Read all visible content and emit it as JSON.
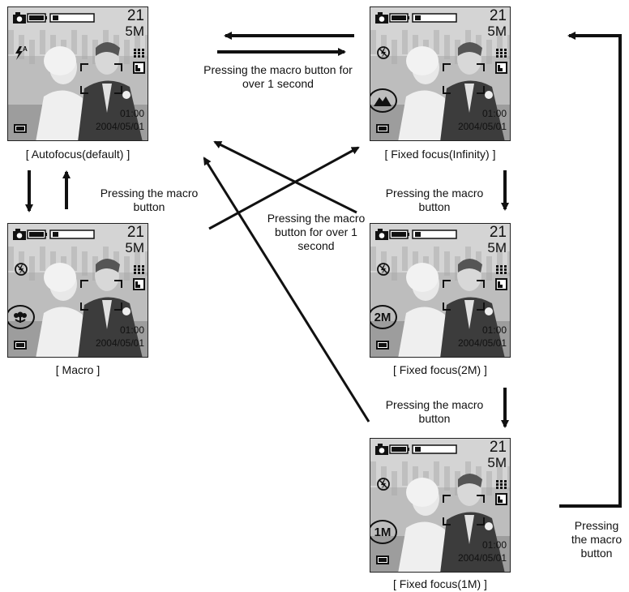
{
  "screens": [
    {
      "id": "autofocus",
      "caption": "[ Autofocus(default) ]",
      "shots": "21",
      "resolution": "5M",
      "time": "01:00",
      "date": "2004/05/01",
      "flash_icon": "flash-auto-icon",
      "mode_badge": ""
    },
    {
      "id": "infinity",
      "caption": "[ Fixed focus(Infinity) ]",
      "shots": "21",
      "resolution": "5M",
      "time": "01:00",
      "date": "2004/05/01",
      "flash_icon": "flash-off-icon",
      "mode_badge": "mountain-icon"
    },
    {
      "id": "macro",
      "caption": "[ Macro ]",
      "shots": "21",
      "resolution": "5M",
      "time": "01:00",
      "date": "2004/05/01",
      "flash_icon": "flash-off-icon",
      "mode_badge": "macro-flower-icon"
    },
    {
      "id": "fixed2m",
      "caption": "[ Fixed focus(2M) ]",
      "shots": "21",
      "resolution": "5M",
      "time": "01:00",
      "date": "2004/05/01",
      "flash_icon": "flash-off-icon",
      "mode_badge": "2M"
    },
    {
      "id": "fixed1m",
      "caption": "[ Fixed focus(1M) ]",
      "shots": "21",
      "resolution": "5M",
      "time": "01:00",
      "date": "2004/05/01",
      "flash_icon": "flash-off-icon",
      "mode_badge": "1M"
    }
  ],
  "labels": {
    "top_transition": "Pressing the macro button for over 1 second",
    "af_to_macro": "Pressing the macro button",
    "center_transition": "Pressing the macro button for over 1 second",
    "inf_to_2m": "Pressing the macro button",
    "m2_to_1m": "Pressing the macro button",
    "right_loop": "Pressing the macro button"
  }
}
